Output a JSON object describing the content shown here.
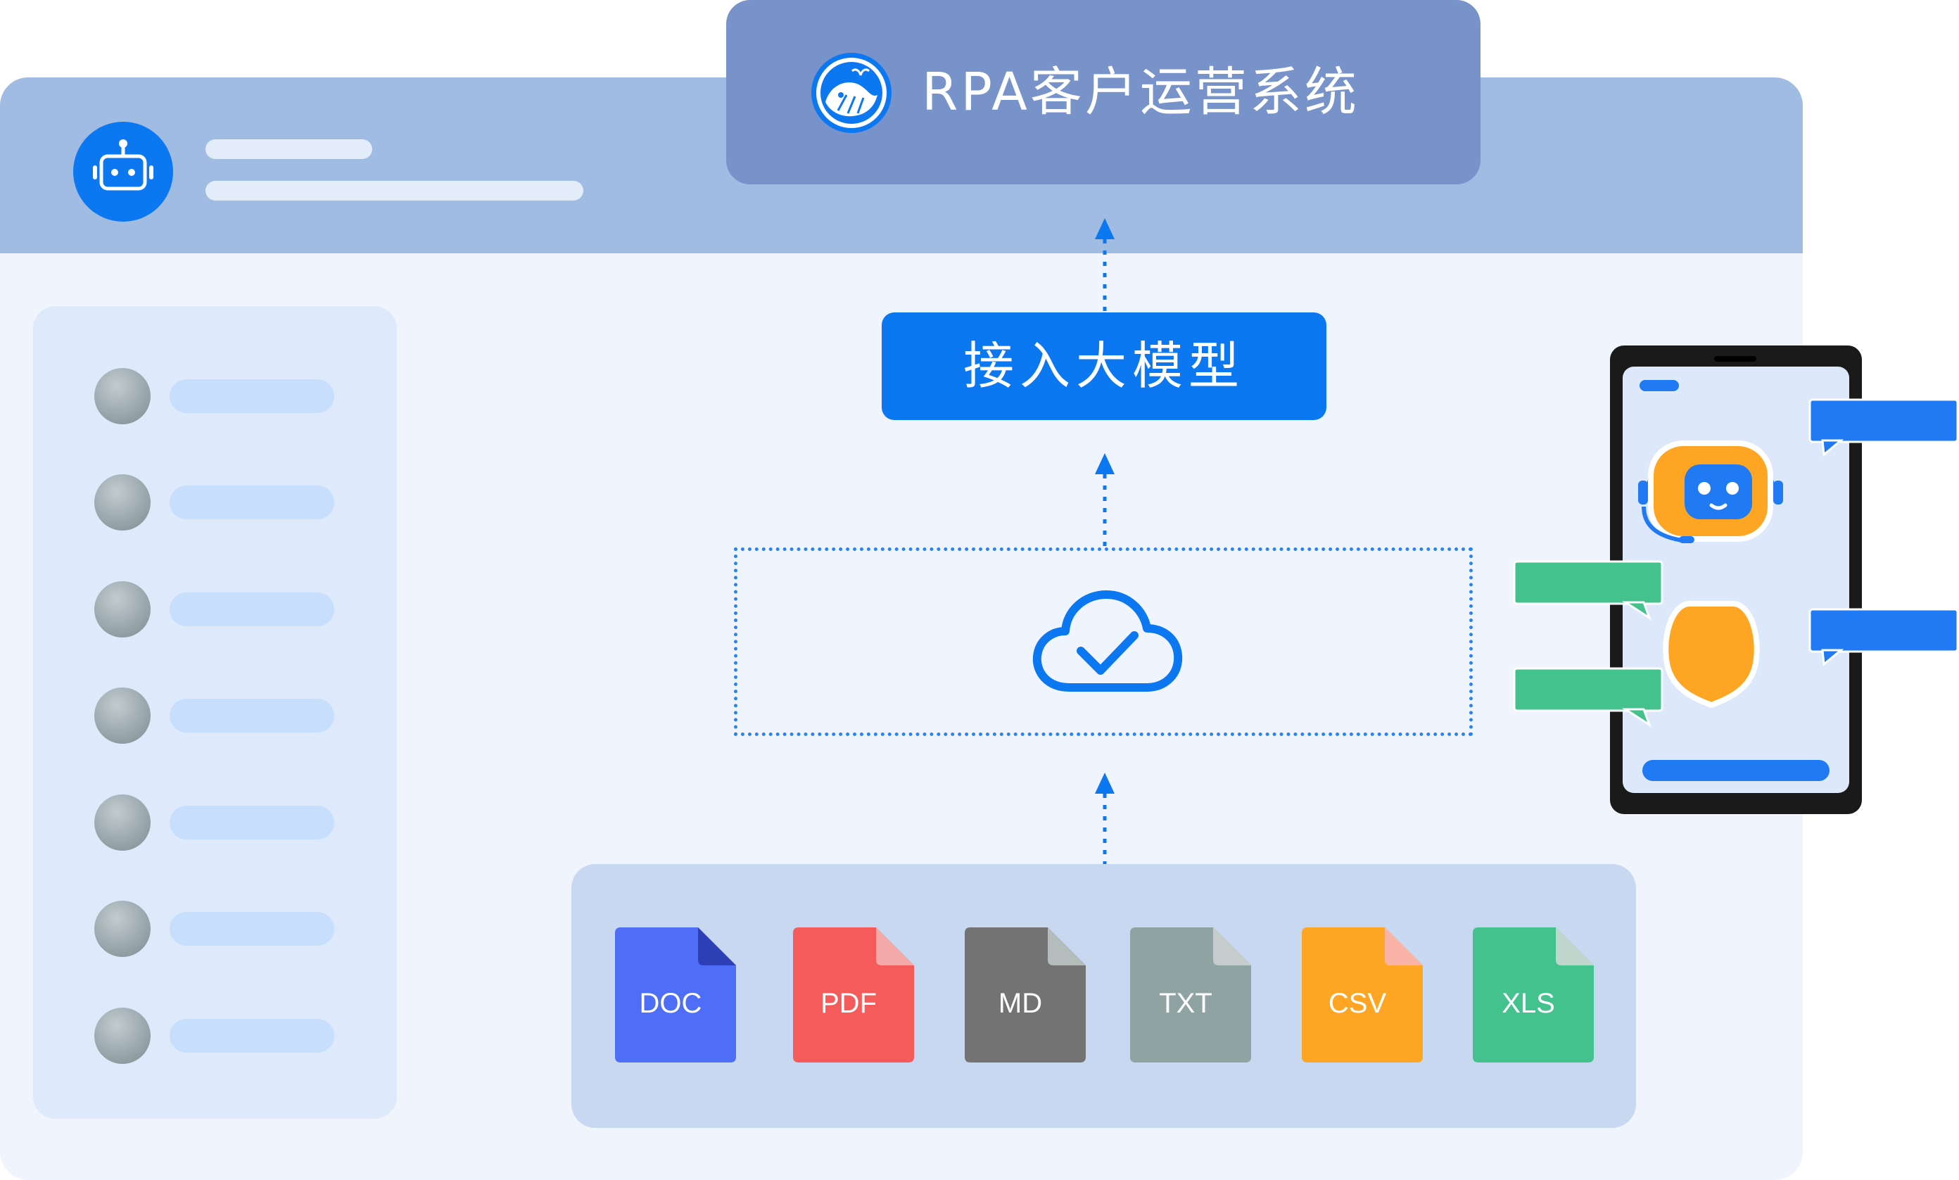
{
  "title": {
    "text": "RPA客户运营系统"
  },
  "model_box": {
    "label": "接入大模型"
  },
  "files": [
    {
      "label": "DOC",
      "color": "#4f6ef7",
      "fold": "#2d3fb4"
    },
    {
      "label": "PDF",
      "color": "#f65b5b",
      "fold": "#f5aaaa"
    },
    {
      "label": "MD",
      "color": "#737373",
      "fold": "#b5bcbc"
    },
    {
      "label": "TXT",
      "color": "#8fa3a3",
      "fold": "#c6cccc"
    },
    {
      "label": "CSV",
      "color": "#fea623",
      "fold": "#f8b3a6"
    },
    {
      "label": "XLS",
      "color": "#44c28e",
      "fold": "#bfd6cc"
    }
  ],
  "colors": {
    "primary": "#0b78f1",
    "header": "#a1bce3",
    "title_box": "#7793ca",
    "window_bg": "#f0f5fd",
    "robot_orange": "#fea623",
    "bubble_blue": "#1f7af4",
    "bubble_green": "#44c28e"
  },
  "icons": {
    "app": "robot-face-icon",
    "logo": "whale-logo-icon",
    "cloud": "cloud-check-icon",
    "assistant": "robot-assistant-icon"
  }
}
